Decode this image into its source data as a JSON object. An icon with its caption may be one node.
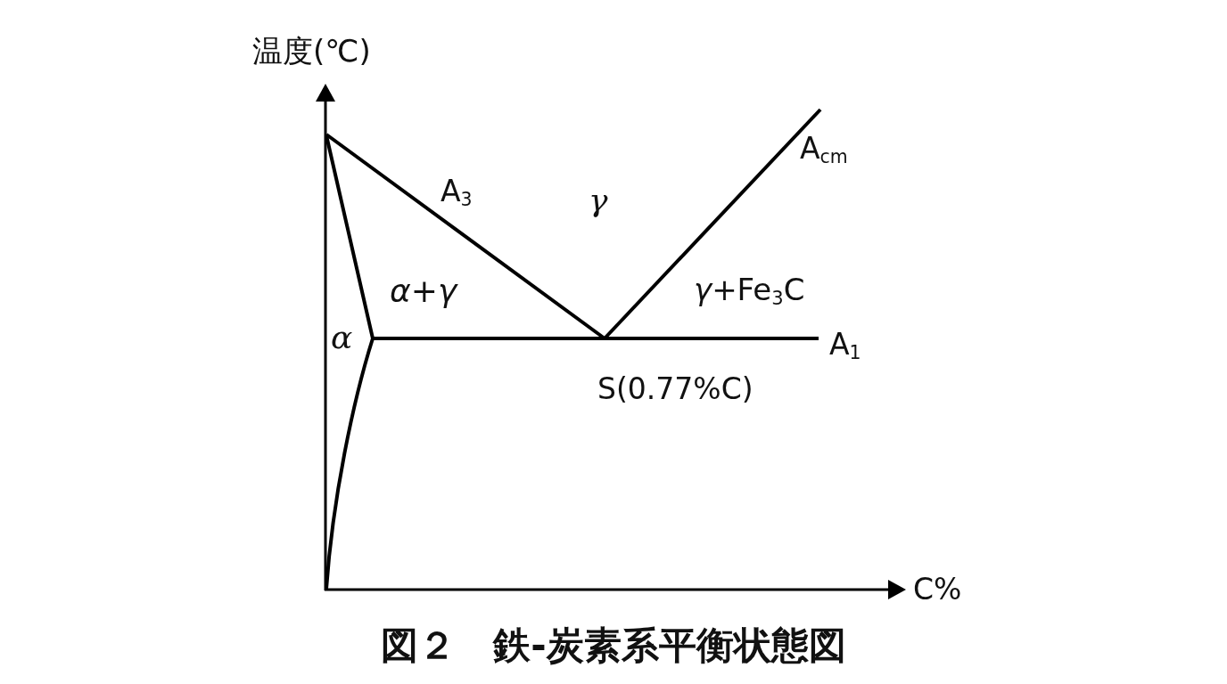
{
  "diagram": {
    "caption": "図２　鉄-炭素系平衡状態図",
    "labels": [
      "温度(℃)",
      "A$_{cm}$",
      "A$_{3}$",
      "γ",
      "*α*+*γ*",
      "*γ*+Fe$_{3}$C",
      "α",
      "A$_{1}$",
      "S(0.77%C)",
      "C%"
    ]
  }
}
